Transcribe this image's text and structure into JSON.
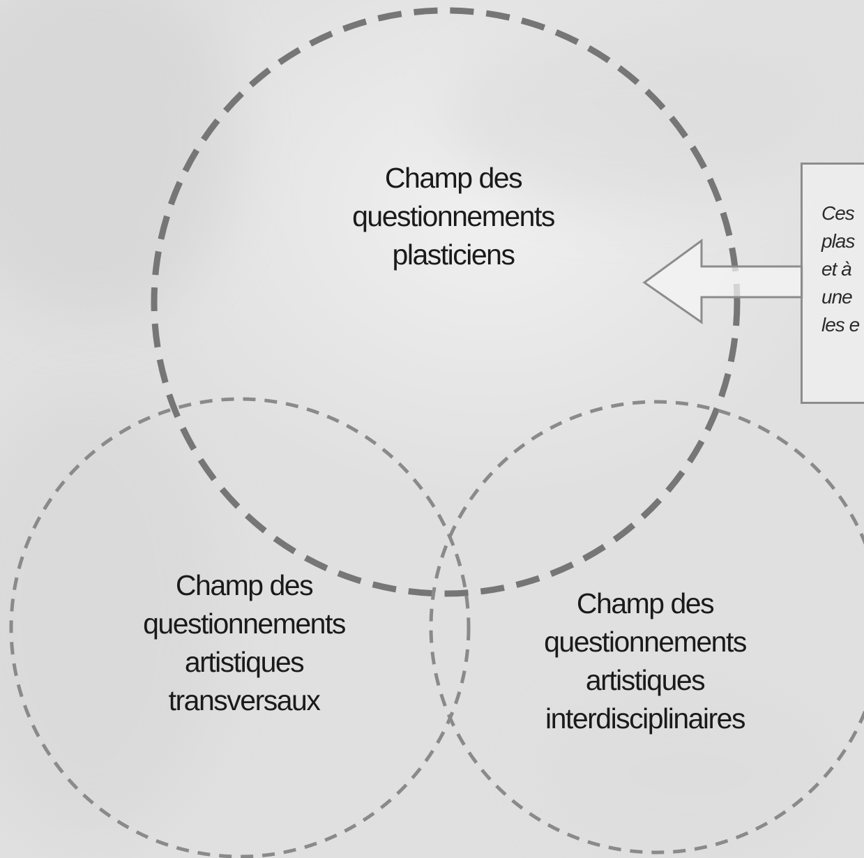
{
  "circles": [
    {
      "id": "plasticiens",
      "lines": [
        "Champ des",
        "questionnements",
        "plasticiens"
      ]
    },
    {
      "id": "transversaux",
      "lines": [
        "Champ des",
        "questionnements",
        "artistiques",
        "transversaux"
      ]
    },
    {
      "id": "interdisciplinaires",
      "lines": [
        "Champ des",
        "questionnements",
        "artistiques",
        "interdisciplinaires"
      ]
    }
  ],
  "side_box": {
    "lines": [
      "Ces",
      "plas",
      "et à",
      "une",
      "les e"
    ]
  },
  "colors": {
    "dash": "#7a7a7a",
    "dash_light": "#8a8a8a",
    "arrow_stroke": "#8c8c8c",
    "arrow_fill": "#f4f4f4",
    "text": "#1a1a1a"
  }
}
